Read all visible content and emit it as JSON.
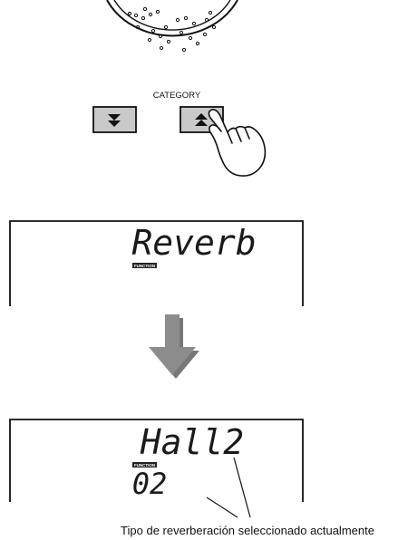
{
  "category_label": "CATEGORY",
  "function_badge": "FUNCTION",
  "display_top": {
    "text": "Reverb"
  },
  "display_bottom": {
    "name": "Hall2",
    "number": "02"
  },
  "caption": "Tipo de reverberación seleccionado actualmente",
  "icons": [
    "dial-icon",
    "down-arrow-icon",
    "up-arrow-icon",
    "pointing-hand-icon",
    "big-down-arrow-icon"
  ],
  "colors": {
    "button_fill": "#c9c9c9",
    "arrow_fill": "#8c8c8c",
    "badge_fill": "#222222"
  }
}
